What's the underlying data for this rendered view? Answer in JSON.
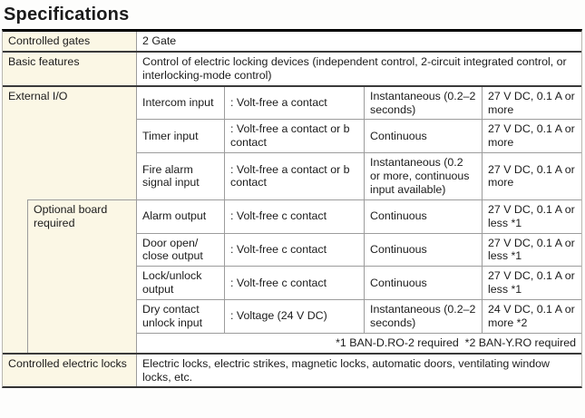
{
  "title": "Specifications",
  "rows": {
    "controlled_gates": {
      "label": "Controlled gates",
      "value": "2 Gate"
    },
    "basic_features": {
      "label": "Basic features",
      "value": "Control of electric locking devices (independent control, 2-circuit integrated control, or interlocking-mode control)"
    },
    "external_io": {
      "label": "External I/O",
      "optional_board_label": "Optional board required",
      "sub_rows": [
        {
          "name": "Intercom input",
          "contact": ": Volt-free a contact",
          "timing": "Instantaneous (0.2–2 seconds)",
          "rating": "27 V DC, 0.1 A or more"
        },
        {
          "name": "Timer input",
          "contact": ": Volt-free a contact or b contact",
          "timing": "Continuous",
          "rating": "27 V DC, 0.1 A or more"
        },
        {
          "name": "Fire alarm signal input",
          "contact": ": Volt-free a contact or b contact",
          "timing": "Instantaneous (0.2 or more, continuous input available)",
          "rating": "27 V DC, 0.1 A or more"
        },
        {
          "name": "Alarm output",
          "contact": ": Volt-free c contact",
          "timing": "Continuous",
          "rating": "27 V DC, 0.1 A or less *1"
        },
        {
          "name": "Door open/ close output",
          "contact": ": Volt-free c contact",
          "timing": "Continuous",
          "rating": "27 V DC, 0.1 A or less *1"
        },
        {
          "name": "Lock/unlock output",
          "contact": ": Volt-free c contact",
          "timing": "Continuous",
          "rating": "27 V DC, 0.1 A or less *1"
        },
        {
          "name": "Dry contact unlock input",
          "contact": ": Voltage (24 V DC)",
          "timing": "Instantaneous (0.2–2 seconds)",
          "rating": "24 V DC, 0.1 A or more *2"
        }
      ],
      "footnote": "*1 BAN-D.RO-2 required  *2 BAN-Y.RO required"
    },
    "controlled_locks": {
      "label": "Controlled electric locks",
      "value": "Electric locks, electric strikes, magnetic locks, automatic doors, ventilating window locks, etc."
    }
  },
  "colors": {
    "label_bg": "#fbf7e5",
    "rule_dark": "#333333",
    "rule_light": "#9c9c9c",
    "title_rule": "#000000"
  }
}
